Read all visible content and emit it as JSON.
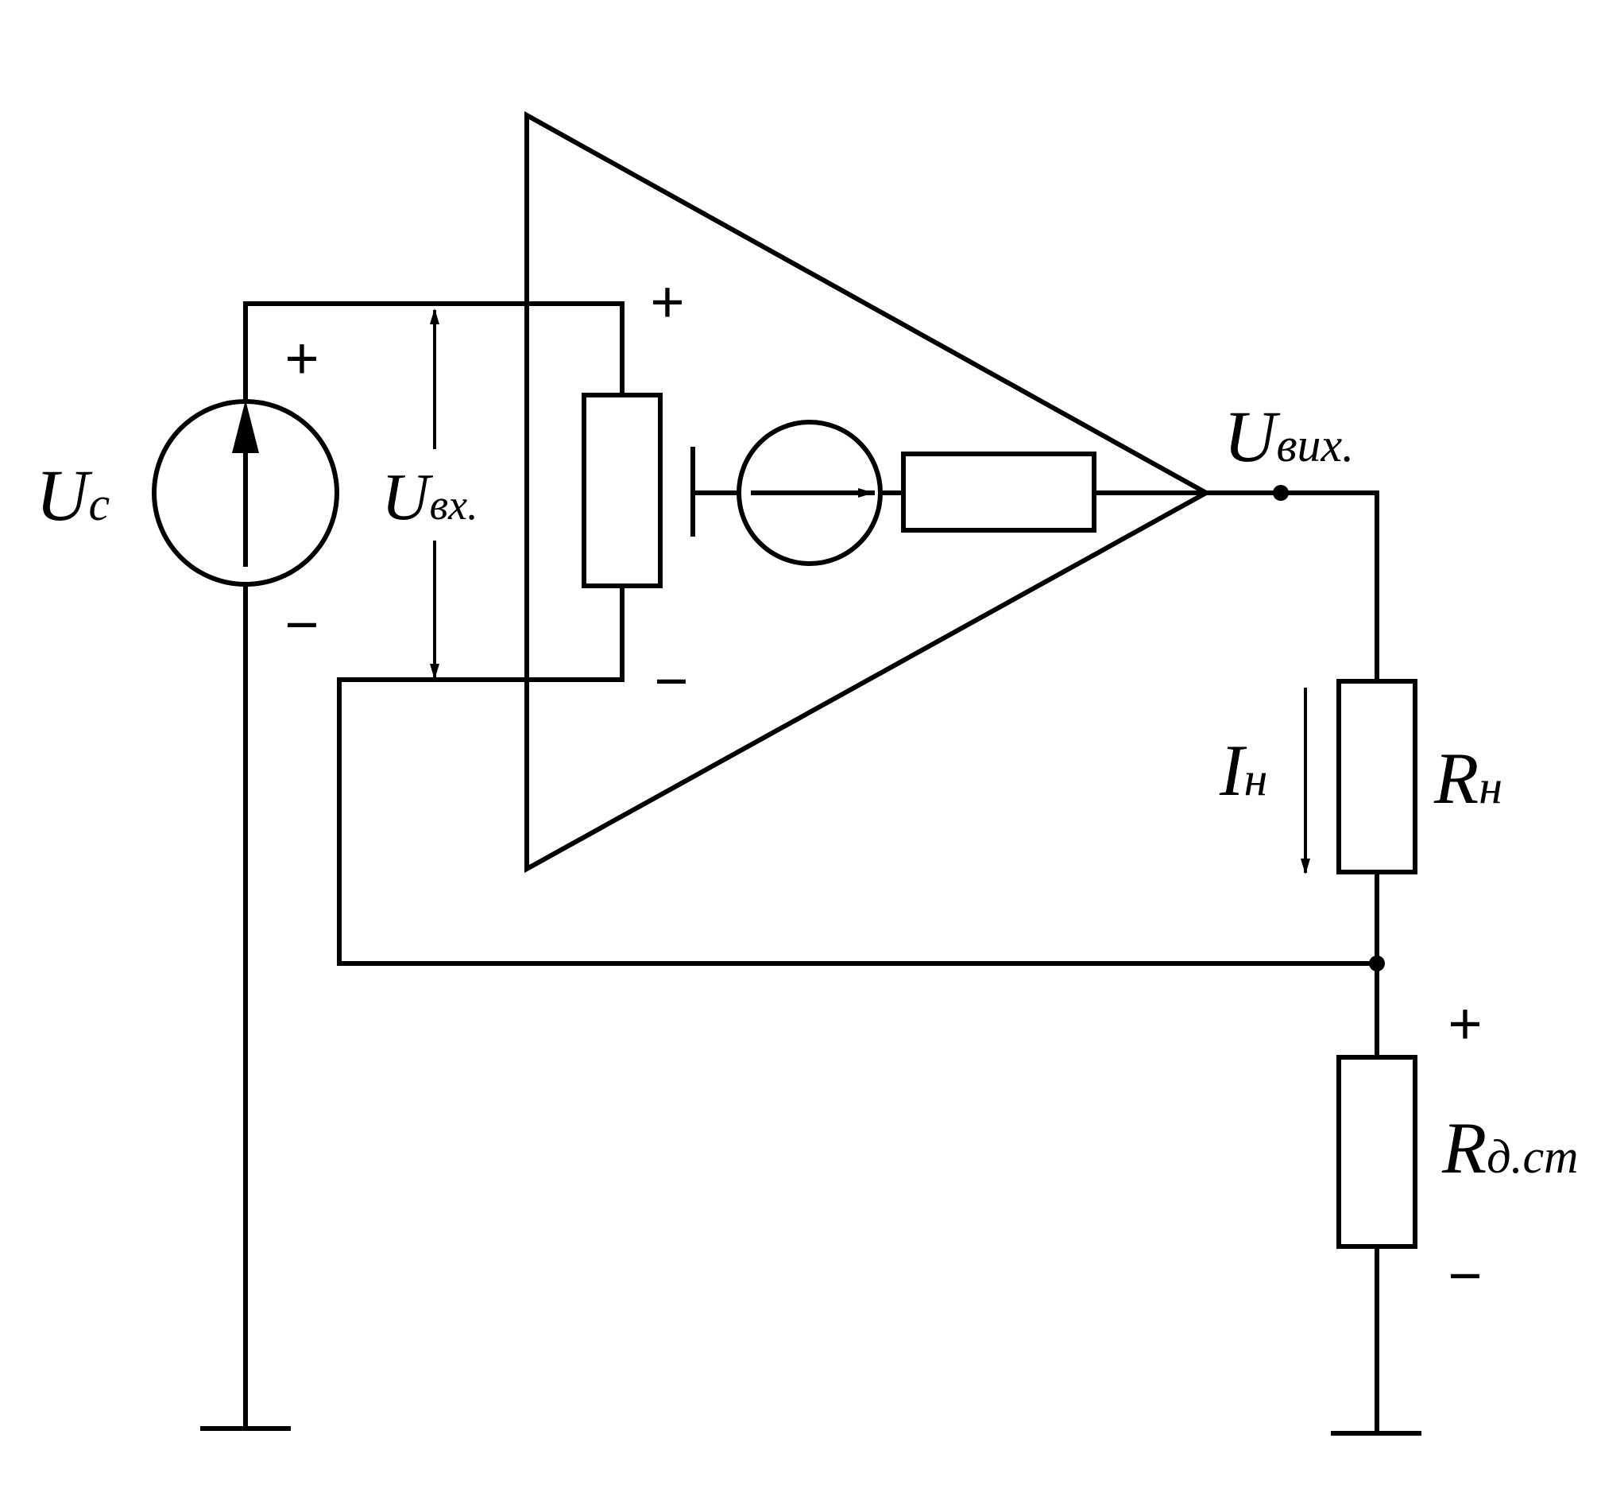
{
  "labels": {
    "source_voltage": {
      "main": "U",
      "sub": "c"
    },
    "input_voltage": {
      "main": "U",
      "sub": "вх."
    },
    "output_voltage": {
      "main": "U",
      "sub": "вих."
    },
    "load_current": {
      "main": "I",
      "sub": "н"
    },
    "load_resistor": {
      "main": "R",
      "sub": "н"
    },
    "feedback_resistor": {
      "main": "R",
      "sub": "д.ст"
    }
  },
  "signs": {
    "plus": "+",
    "minus": "−"
  }
}
